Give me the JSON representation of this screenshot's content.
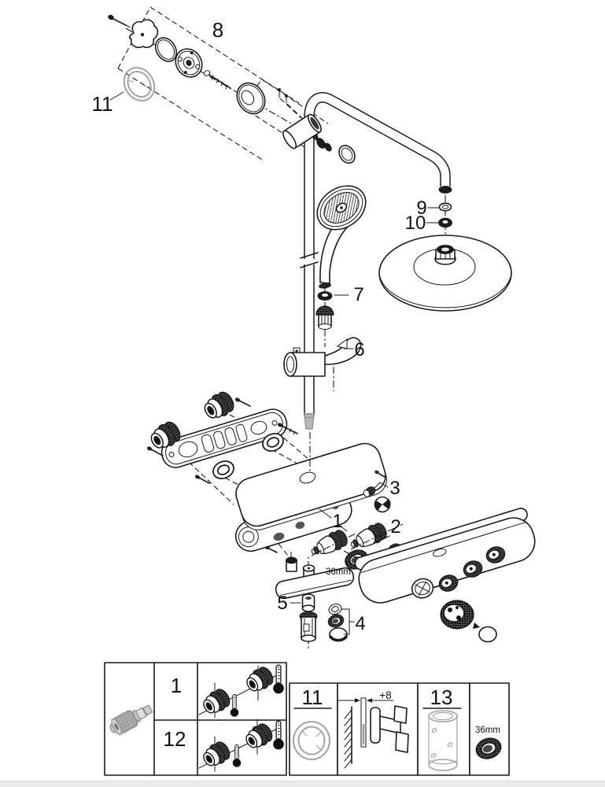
{
  "diagram": {
    "callouts": {
      "wall_mount_kit": "8",
      "escutcheon": "11",
      "head_washer": "9",
      "head_seal": "10",
      "hand_shower_seal": "7",
      "glide_holder": "6",
      "diverter": "3",
      "cartridge": "1",
      "check_valve": "2",
      "bottom_seal": "5",
      "hose_parts": "4"
    },
    "nut_size_label": "36mm"
  },
  "legend": {
    "cartridge_row": "1",
    "cartridge_alt_row": "12",
    "escutcheon_cell": "11",
    "wall_offset": "+8",
    "extension_tube_cell": "13",
    "nut_size": "36mm"
  }
}
